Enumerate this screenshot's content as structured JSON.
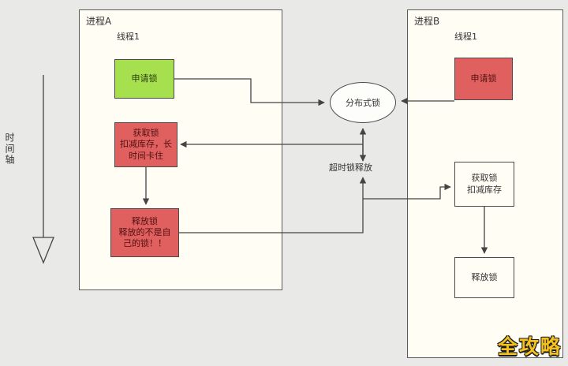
{
  "palette": {
    "background": "#e9e9e7",
    "panel_fill": "#fffdf4",
    "green_node": "#a6e04e",
    "red_node": "#e05f5f",
    "line": "#444444",
    "watermark_gold": "#f5c21d"
  },
  "timeline": {
    "label": "时间轴"
  },
  "process_a": {
    "title": "进程A",
    "thread": "线程1",
    "apply": "申请锁",
    "acquire": "获取锁\n扣减库存，长\n时间卡住",
    "release": "释放锁\n释放的不是自\n己的锁！！"
  },
  "process_b": {
    "title": "进程B",
    "thread": "线程1",
    "apply": "申请锁",
    "acquire": "获取锁\n扣减库存",
    "release": "释放锁"
  },
  "center": {
    "lock": "分布式锁",
    "timeout_label": "超时锁释放"
  },
  "watermark": "全攻略"
}
